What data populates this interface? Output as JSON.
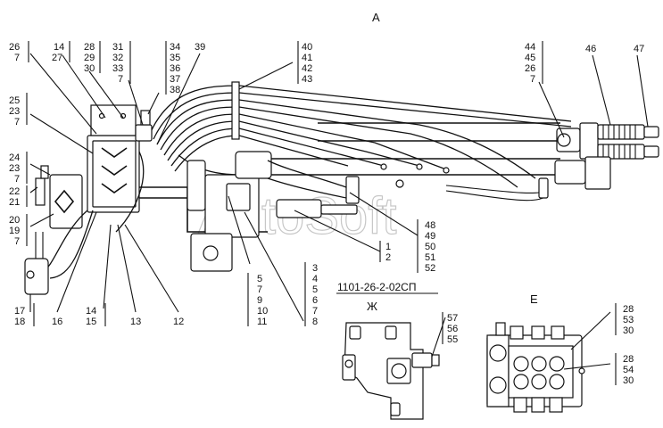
{
  "views": {
    "main": "А",
    "detail_zh": "Ж",
    "detail_e": "Е"
  },
  "drawing_number": "1101-26-2-02СП",
  "watermark": "AutoSoft",
  "callouts": {
    "g_26_7": [
      "26",
      "7"
    ],
    "g_14_27": [
      "14",
      "27"
    ],
    "g_28_30": [
      "28",
      "29",
      "30"
    ],
    "g_31_7": [
      "31",
      "32",
      "33",
      "7"
    ],
    "g_34_38": [
      "34",
      "35",
      "36",
      "37",
      "38"
    ],
    "g_39": [
      "39"
    ],
    "g_40_43": [
      "40",
      "41",
      "42",
      "43"
    ],
    "g_44_7": [
      "44",
      "45",
      "26",
      "7"
    ],
    "g_46": [
      "46"
    ],
    "g_47": [
      "47"
    ],
    "g_25_7": [
      "25",
      "23",
      "7"
    ],
    "g_24_7": [
      "24",
      "23",
      "7"
    ],
    "g_22_21": [
      "22",
      "21"
    ],
    "g_20_7": [
      "20",
      "19",
      "7"
    ],
    "g_17_18": [
      "17",
      "18"
    ],
    "g_16": [
      "16"
    ],
    "g_14_15": [
      "14",
      "15"
    ],
    "g_13": [
      "13"
    ],
    "g_12": [
      "12"
    ],
    "g_5_11": [
      "5",
      "7",
      "9",
      "10",
      "11"
    ],
    "g_3_8": [
      "3",
      "4",
      "5",
      "6",
      "7",
      "8"
    ],
    "g_1_2": [
      "1",
      "2"
    ],
    "g_48_52": [
      "48",
      "49",
      "50",
      "51",
      "52"
    ],
    "g_57_55": [
      "57",
      "56",
      "55"
    ],
    "g_28_53_30": [
      "28",
      "53",
      "30"
    ],
    "g_28_54_30": [
      "28",
      "54",
      "30"
    ]
  }
}
